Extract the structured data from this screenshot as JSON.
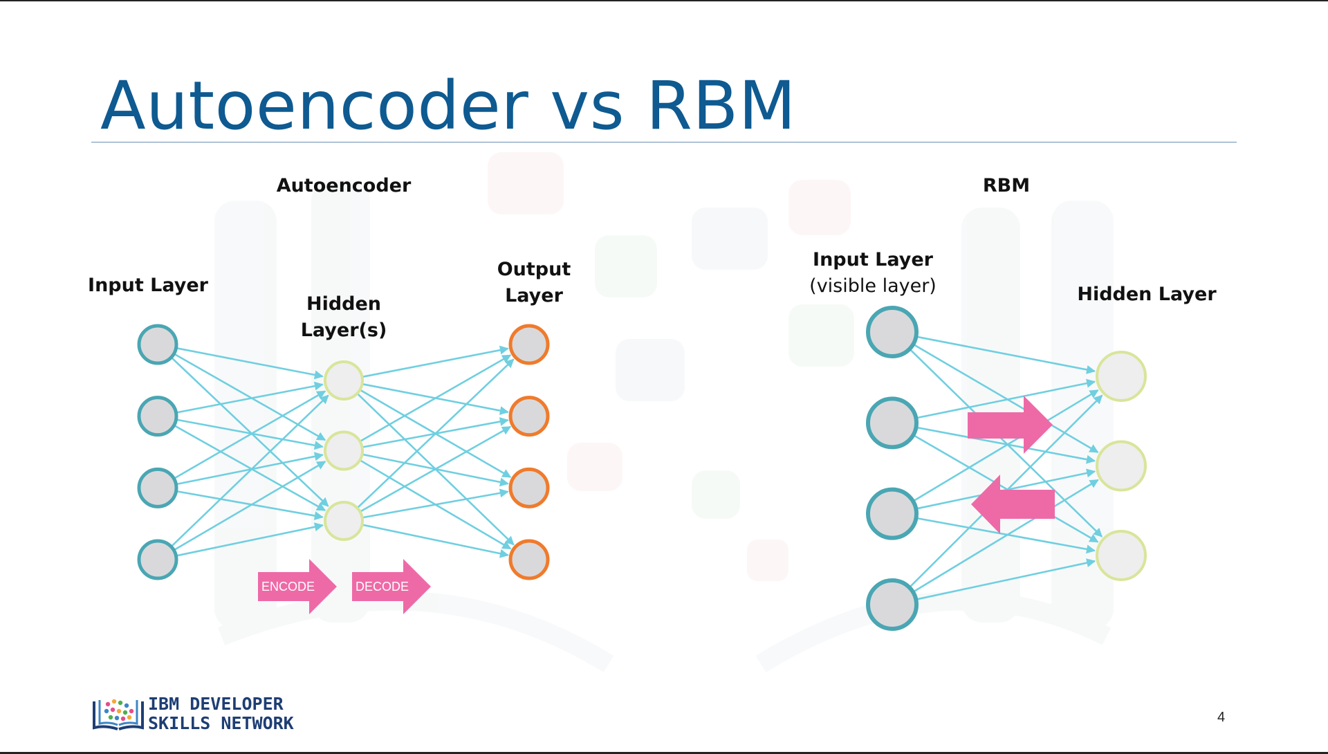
{
  "slide": {
    "title": "Autoencoder vs RBM",
    "page_number": "4"
  },
  "autoencoder": {
    "heading": "Autoencoder",
    "input_label": "Input Layer",
    "hidden_label_line1": "Hidden",
    "hidden_label_line2": "Layer(s)",
    "output_label_line1": "Output",
    "output_label_line2": "Layer",
    "encode_label": "ENCODE",
    "decode_label": "DECODE",
    "input_nodes": 4,
    "hidden_nodes": 3,
    "output_nodes": 4
  },
  "rbm": {
    "heading": "RBM",
    "input_label_line1": "Input Layer",
    "input_label_line2": "(visible layer)",
    "hidden_label": "Hidden Layer",
    "visible_nodes": 4,
    "hidden_nodes": 3
  },
  "logo": {
    "line1": "IBM DEVELOPER",
    "line2": "SKILLS NETWORK"
  },
  "colors": {
    "title": "#0e5a91",
    "edge": "#6fcfe0",
    "input_ring": "#4aa6b3",
    "hidden_ring": "#d8e59a",
    "output_ring": "#ef7b2c",
    "node_fill_input": "#d9d9db",
    "node_fill_hidden": "#eeeeee",
    "arrow": "#ee6aa7",
    "logo_text": "#1e3e73"
  }
}
